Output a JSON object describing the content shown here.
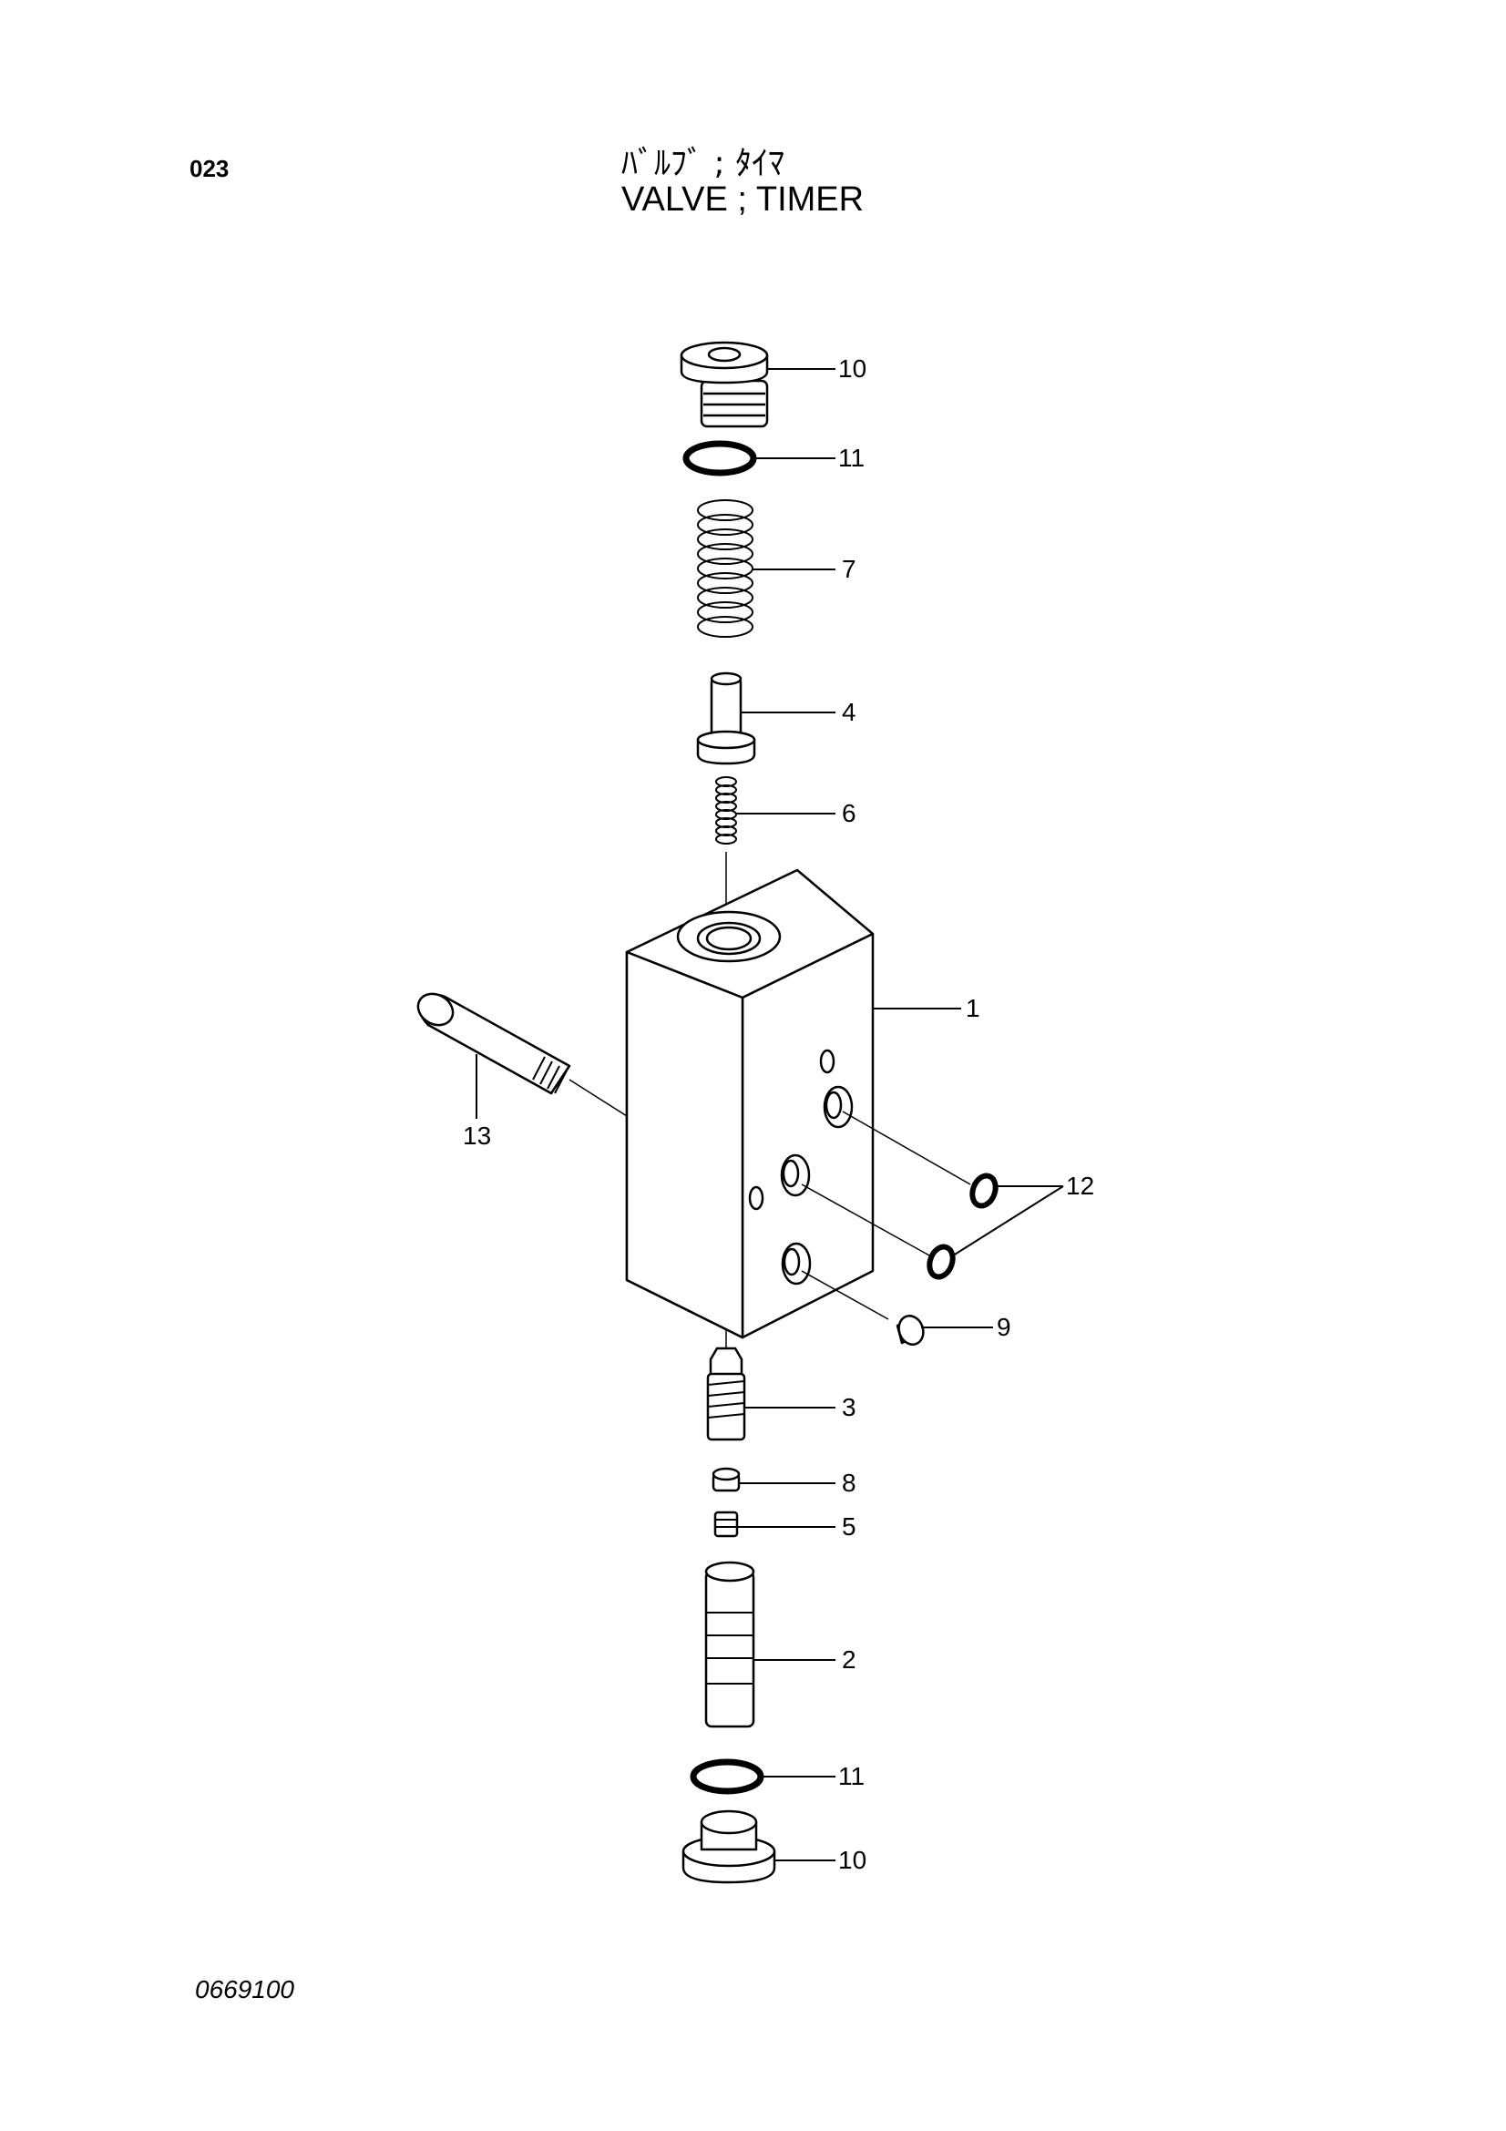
{
  "header": {
    "page_number": "023",
    "title_ja": "ﾊﾞﾙﾌﾞ ; ﾀｲﾏ",
    "title_en": "VALVE ; TIMER"
  },
  "footer": {
    "drawing_code": "0669100"
  },
  "callouts": {
    "plug_top": "10",
    "oring_top": "11",
    "spring_large": "7",
    "poppet": "4",
    "spring_small": "6",
    "body": "1",
    "bolt": "13",
    "orings_side": "12",
    "side_plug": "9",
    "plug_threaded": "3",
    "disc": "8",
    "set_screw": "5",
    "spool": "2",
    "oring_bottom": "11",
    "plug_bottom": "10"
  }
}
